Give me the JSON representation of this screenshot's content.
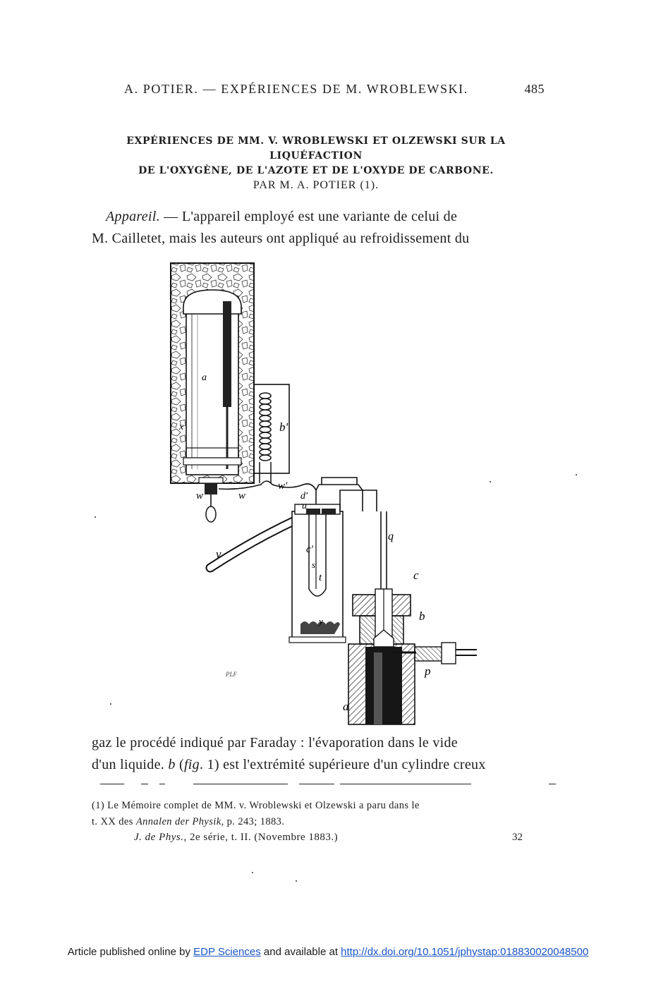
{
  "running_head": {
    "title": "A. POTIER. — EXPÉRIENCES DE M. WROBLEWSKI.",
    "page_number": "485"
  },
  "article": {
    "title_line_1": "EXPÉRIENCES DE MM. V. WROBLEWSKI ET OLZEWSKI SUR LA LIQUÉFACTION",
    "title_line_2": "DE L'OXYGÈNE, DE L'AZOTE ET DE L'OXYDE DE CARBONE.",
    "byline": "PAR M. A. POTIER (1)."
  },
  "paragraph_1": {
    "lead": "Appareil.",
    "line_1_rest": " — L'appareil employé est une variante de celui de",
    "line_2": "M. Cailletet, mais les auteurs ont appliqué au refroidissement du"
  },
  "figure": {
    "labels": {
      "a_top": "a",
      "b_prime": "b'",
      "x_left": "x",
      "w_a": "w",
      "w_prime": "w'",
      "d_prime": "d'",
      "u": "u",
      "v": "v",
      "c_prime": "c'",
      "s": "s",
      "t": "t",
      "y": "y",
      "q": "q",
      "c": "c",
      "b": "b",
      "p": "p",
      "a_bottom": "a",
      "plate_mark": "PLF"
    }
  },
  "paragraph_2": {
    "line_1": "gaz le procédé indiqué par Faraday : l'évaporation dans le vide",
    "line_2_a": "d'un liquide. ",
    "line_2_b": "b",
    "line_2_c": " (",
    "line_2_fig": "fig",
    "line_2_d": ". 1) est l'extrémité supérieure d'un cylindre creux"
  },
  "footnote": {
    "line_1": "(1) Le Mémoire complet de MM. v. Wroblewski et Olzewski a paru dans le",
    "line_2_a": "t. XX des ",
    "line_2_journal": "Annalen der Physik",
    "line_2_b": ", p. 243; 1883."
  },
  "journal_line": {
    "journal": "J. de Phys.",
    "rest": ", 2e série, t. II. (Novembre 1883.)",
    "sheet_number": "32"
  },
  "banner": {
    "prefix": "Article published online by ",
    "publisher": "EDP Sciences",
    "middle": " and available at ",
    "url": "http://dx.doi.org/10.1051/jphystap:018830020048500"
  }
}
